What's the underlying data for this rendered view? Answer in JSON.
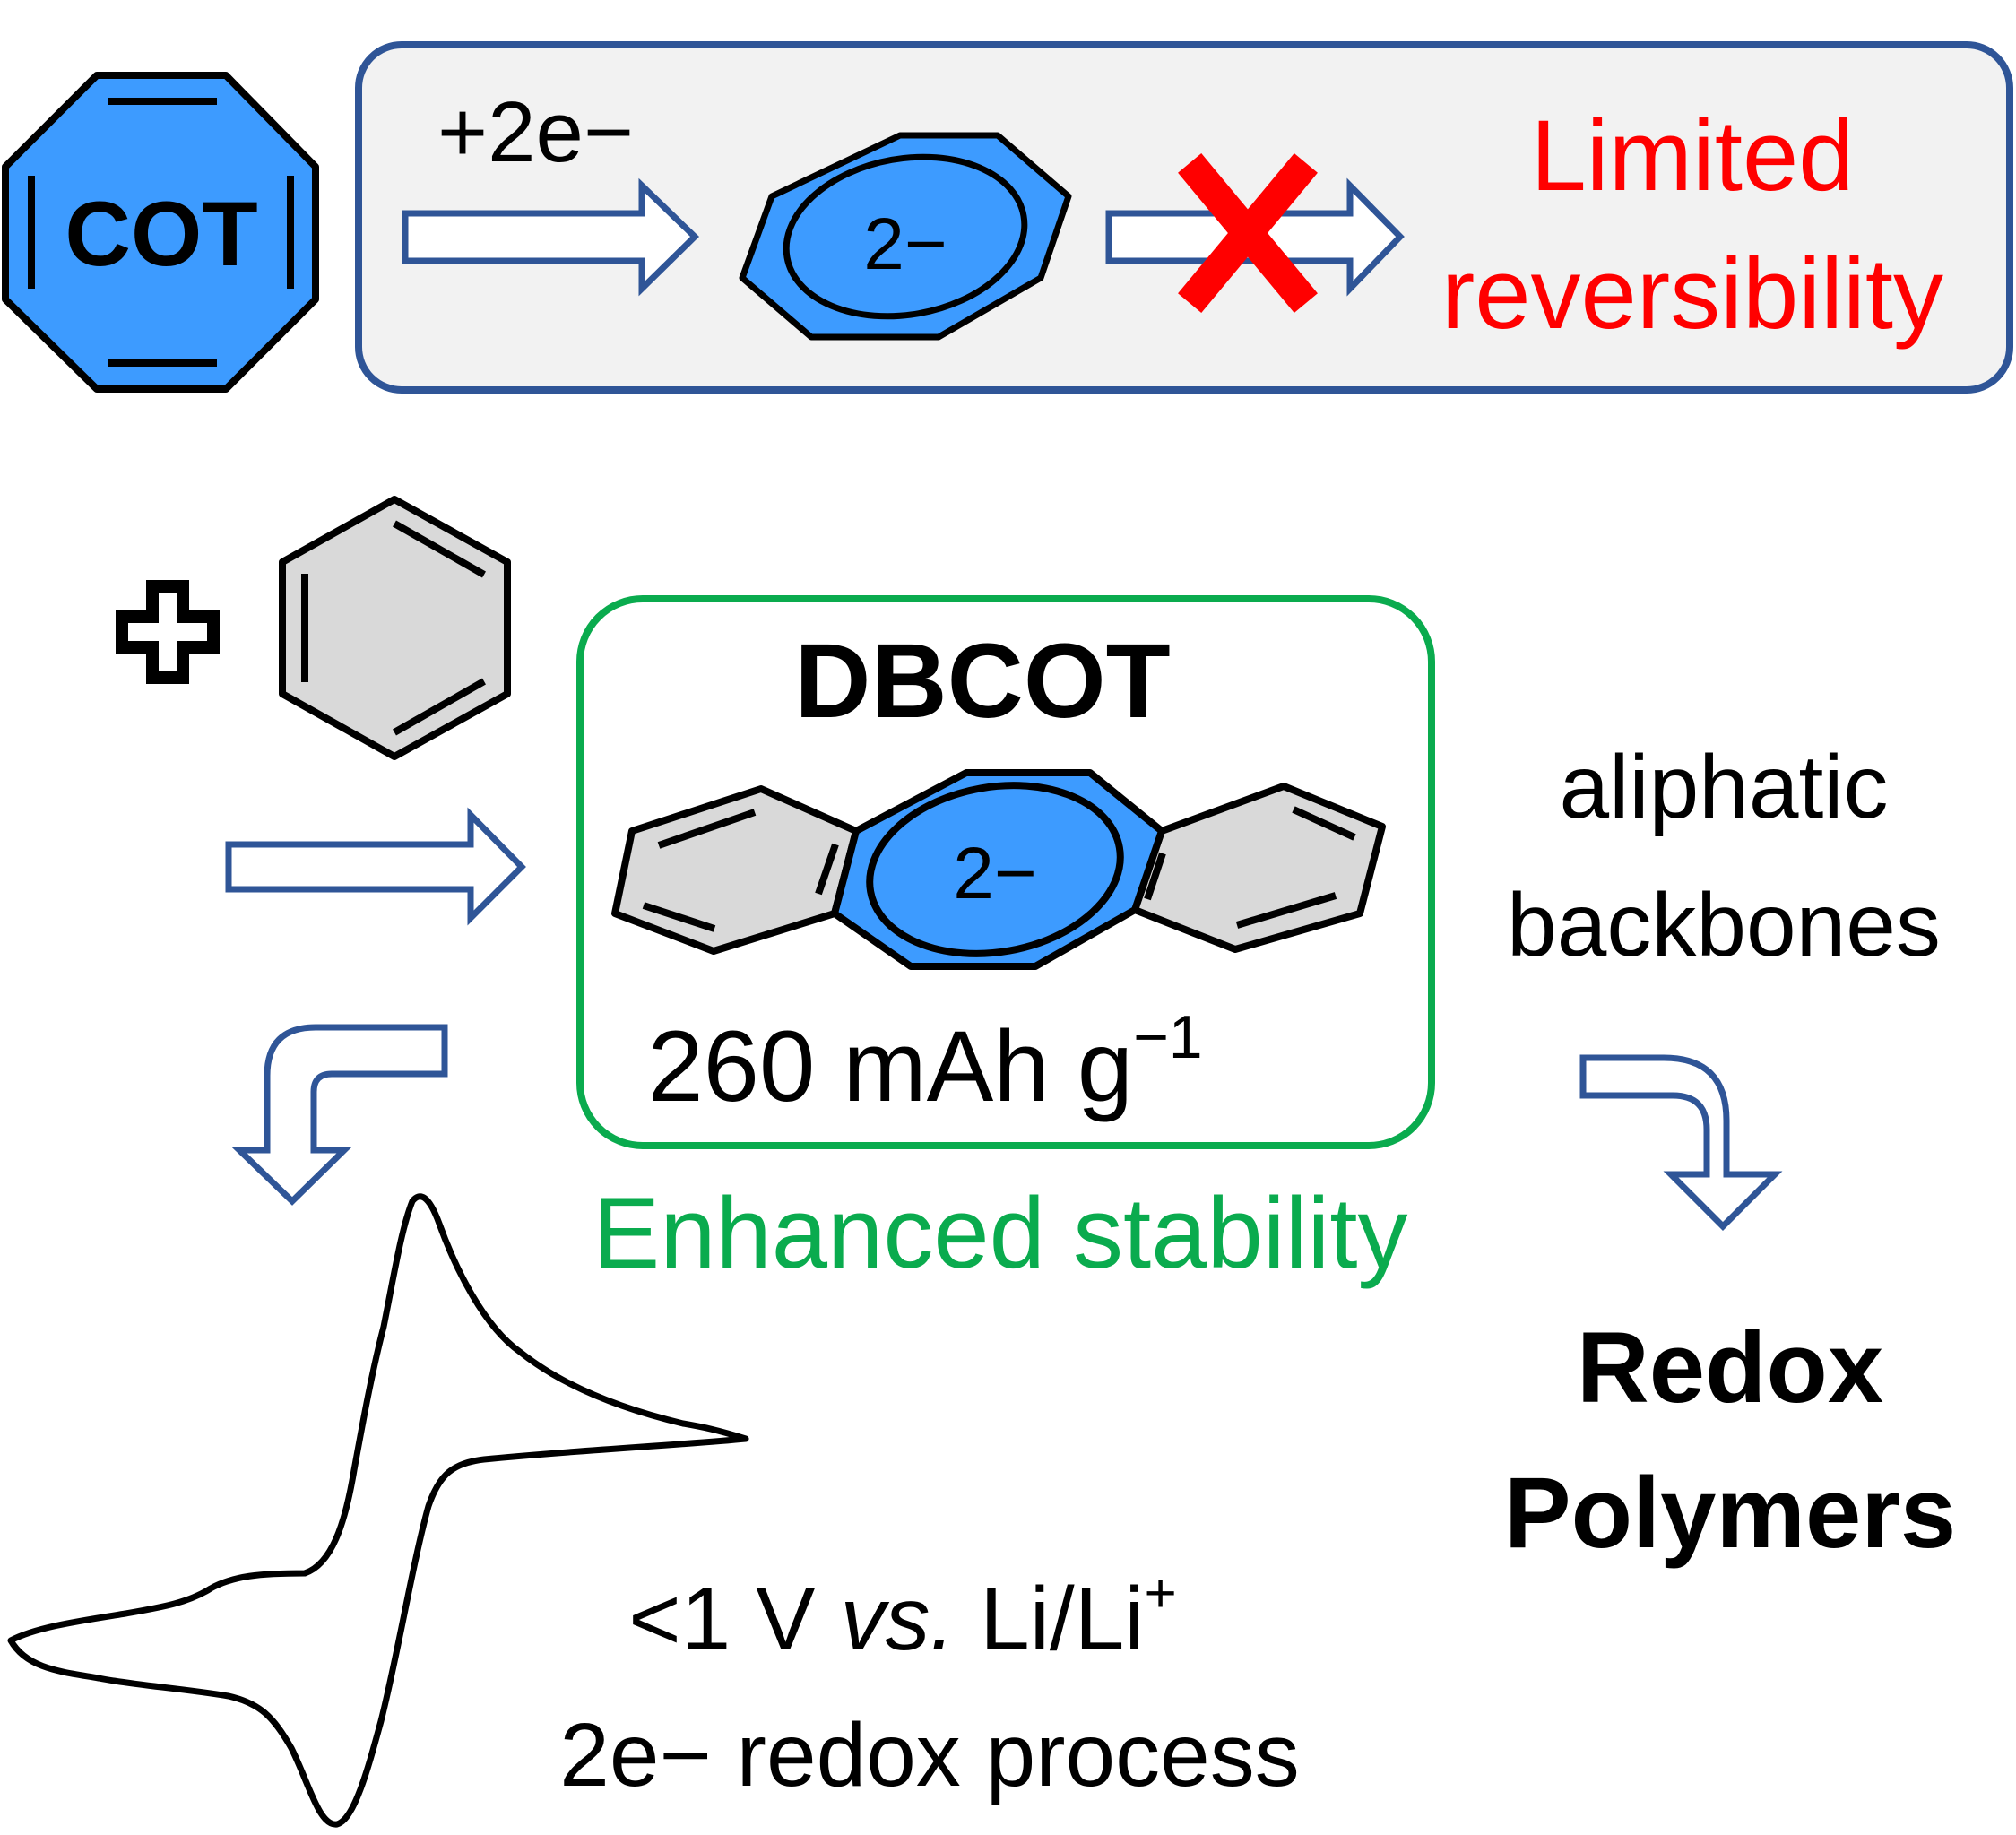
{
  "cot": {
    "label": "COT",
    "fill_color": "#3d9bff"
  },
  "reduction_box": {
    "electrons_label": "+2e−",
    "dianion_charge": "2−",
    "outcome_line1": "Limited",
    "outcome_line2": "reversibility",
    "outcome_color": "#ff0000",
    "border_color": "#2f5597",
    "background": "#f2f2f2"
  },
  "plus_symbol": "+",
  "dbcot": {
    "name": "DBCOT",
    "charge": "2−",
    "capacity": "260 mAh g",
    "capacity_exponent": "−1",
    "border_color": "#0aab4e"
  },
  "stability_label": "Enhanced stability",
  "stability_color": "#0aab4e",
  "backbone_label_line1": "aliphatic",
  "backbone_label_line2": "backbones",
  "product_line1": "Redox",
  "product_line2": "Polymers",
  "cv_note_line1": {
    "prefix": "<1 V ",
    "italic": "vs.",
    "suffix": " Li/Li",
    "superscript": "+"
  },
  "cv_note_line2": "2e− redox process",
  "arrow_color": "#2f5597",
  "ring_fill_gray": "#d9d9d9",
  "anion_fill_blue": "#3d9bff"
}
